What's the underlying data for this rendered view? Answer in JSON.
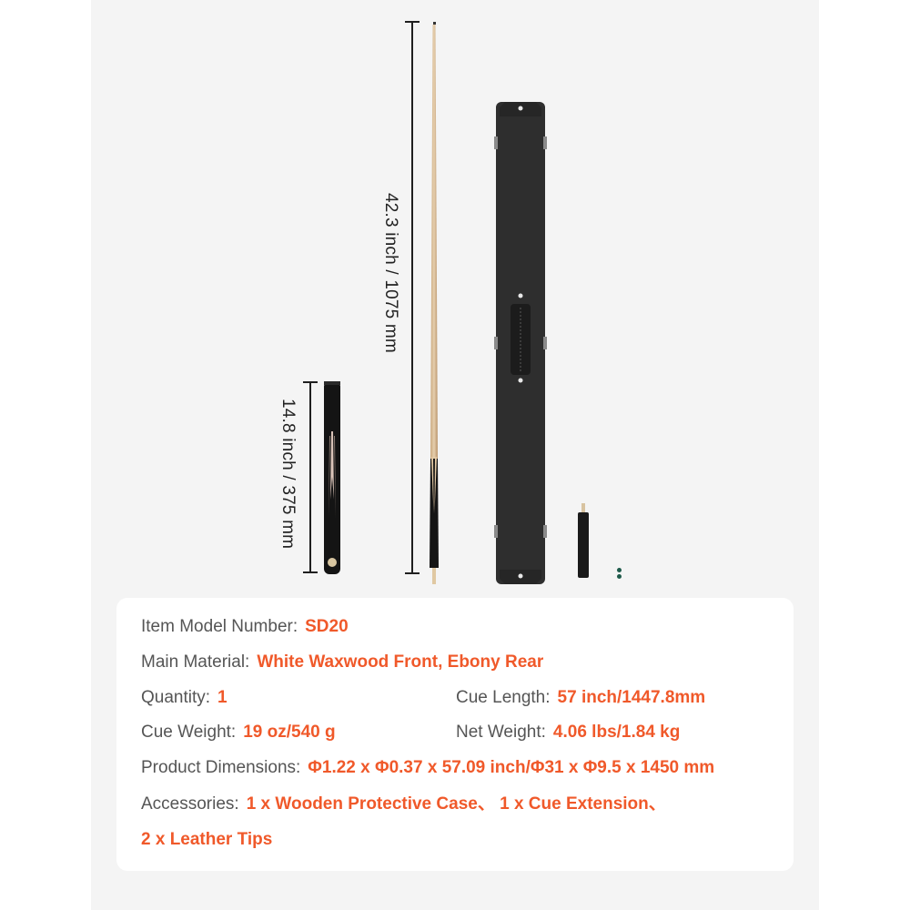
{
  "colors": {
    "panel_background": "#f4f4f4",
    "card_background": "#ffffff",
    "label_text": "#555555",
    "value_text": "#f0592a",
    "dimension_line": "#1f1f1f",
    "case_body": "#2e2e2e",
    "ebony": "#141414",
    "waxwood": "#d9bf9a",
    "leather_tip": "#1e5a4a"
  },
  "dimensions": {
    "long_cue_label": "42.3 inch / 1075 mm",
    "short_butt_label": "14.8 inch / 375 mm"
  },
  "products": {
    "long_cue": "front shaft (waxwood)",
    "short_cue": "rear butt (ebony)",
    "case": "protective case",
    "extension": "cue extension",
    "tips": "leather tips"
  },
  "specs": {
    "model": {
      "label": "Item Model Number:",
      "value": "SD20"
    },
    "material": {
      "label": "Main Material:",
      "value": "White Waxwood Front, Ebony Rear"
    },
    "quantity": {
      "label": "Quantity:",
      "value": "1"
    },
    "cue_length": {
      "label": "Cue Length:",
      "value": "57 inch/1447.8mm"
    },
    "cue_weight": {
      "label": "Cue Weight:",
      "value": "19 oz/540 g"
    },
    "net_weight": {
      "label": "Net Weight:",
      "value": "4.06 lbs/1.84 kg"
    },
    "dimensions": {
      "label": "Product Dimensions:",
      "value": "Φ1.22 x Φ0.37 x 57.09 inch/Φ31 x Φ9.5 x 1450 mm"
    },
    "accessories": {
      "label": "Accessories:",
      "value_line1": "1 x Wooden Protective Case、 1 x Cue Extension、",
      "value_line2": "2 x Leather Tips"
    }
  }
}
